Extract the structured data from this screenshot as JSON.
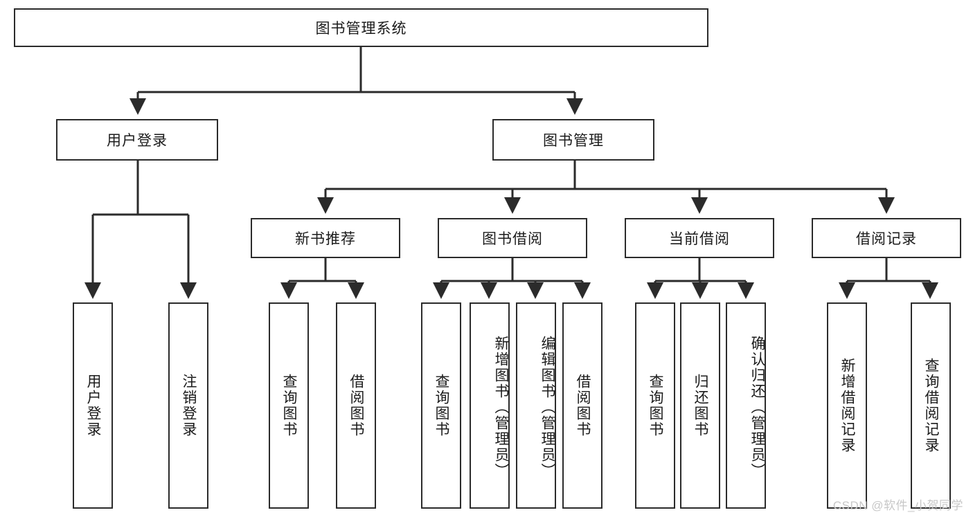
{
  "diagram": {
    "title": "图书管理系统",
    "type": "tree",
    "root": {
      "label": "图书管理系统"
    },
    "level1": [
      {
        "label": "用户登录"
      },
      {
        "label": "图书管理"
      }
    ],
    "level2": [
      {
        "label": "新书推荐",
        "parent": "图书管理"
      },
      {
        "label": "图书借阅",
        "parent": "图书管理"
      },
      {
        "label": "当前借阅",
        "parent": "图书管理"
      },
      {
        "label": "借阅记录",
        "parent": "图书管理"
      }
    ],
    "leaves": {
      "user_login": [
        {
          "label": "用户登录"
        },
        {
          "label": "注销登录"
        }
      ],
      "new_book": [
        {
          "label": "查询图书"
        },
        {
          "label": "借阅图书"
        }
      ],
      "book_borrow": [
        {
          "label": "查询图书"
        },
        {
          "label": "新增图书（管理员）"
        },
        {
          "label": "编辑图书（管理员）"
        },
        {
          "label": "借阅图书"
        }
      ],
      "current_borrow": [
        {
          "label": "查询图书"
        },
        {
          "label": "归还图书"
        },
        {
          "label": "确认归还（管理员）"
        }
      ],
      "borrow_record": [
        {
          "label": "新增借阅记录"
        },
        {
          "label": "查询借阅记录"
        }
      ]
    }
  },
  "watermark": {
    "text": "CSDN @软件_小贺同学"
  },
  "colors": {
    "stroke": "#2b2b2b",
    "background": "#ffffff",
    "text": "#1b1b1b",
    "watermark": "#c7c7c7"
  }
}
